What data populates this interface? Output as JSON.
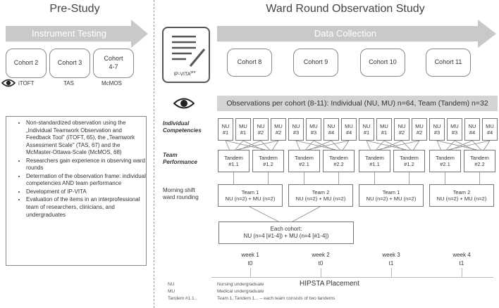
{
  "pre_study": {
    "title": "Pre-Study",
    "arrow_label": "Instrument Testing",
    "cohorts": [
      {
        "label": "Cohort 2",
        "instrument": "iTOFT"
      },
      {
        "label": "Cohort 3",
        "instrument": "TAS"
      },
      {
        "label": "Cohort\n4-7",
        "instrument": "McMOS"
      }
    ],
    "bullets": [
      "Non-standardized observation using the „Individual Teamwork Observation and Feedback Tool\" (iTOFT, 65), the „Teamwork Assessment Scale\" (TAS, 67) and the McMaster-Ottawa-Scale (McMOS, 68)",
      "Researchers gain experience in observing ward rounds",
      "Determation of the observation frame: individual competencies AND team performance",
      "Development of IP-VITA",
      "Evaluation of the items in an interprofessional team of researchers, clinicians, and undergraduates"
    ]
  },
  "main_study": {
    "title": "Ward Round Observation Study",
    "arrow_label": "Data Collection",
    "doc_icon_label": "IP-VITA",
    "doc_icon_superscript": "pre",
    "cohorts": [
      "Cohort 8",
      "Cohort 9",
      "Cohort 10",
      "Cohort 11"
    ],
    "observations_banner": "Observations per cohort (8-11): Individual (NU, MU) n=64, Team (Tandem) n=32",
    "row_labels": {
      "individual": "Individual\nCompetencies",
      "team": "Team\nPerformance",
      "morning": "Morning shift\nward rounding"
    },
    "individuals": [
      [
        "NU\n#1",
        "MU\n#1",
        "NU\n#2",
        "MU\n#2"
      ],
      [
        "NU\n#3",
        "MU\n#3",
        "NU\n#4",
        "MU\n#4"
      ],
      [
        "NU\n#1",
        "MU\n#1",
        "NU\n#2",
        "MU\n#2"
      ],
      [
        "NU\n#3",
        "MU\n#3",
        "NU\n#4",
        "MU\n#4"
      ]
    ],
    "tandems": [
      [
        "Tandem\n#1.1",
        "Tandem\n#1.2"
      ],
      [
        "Tandem\n#2.1",
        "Tandem\n#2.2"
      ],
      [
        "Tandem\n#1.1",
        "Tandem\n#1.2"
      ],
      [
        "Tandem\n#2.1",
        "Tandem\n#2.2"
      ]
    ],
    "teams": [
      "Team 1\nNU (n=2) + MU (n=2)",
      "Team 2\nNU (n=2) + MU (n=2)",
      "Team 1\nNU (n=2) + MU (n=2)",
      "Team 2\nNU (n=2) + MU (n=2)"
    ],
    "each_cohort": "Each cohort:\nNU (n=4 [#1-4]) + MU (n=4 [#1-4])",
    "weeks": [
      {
        "week": "week 1",
        "t": "t0"
      },
      {
        "week": "week 2",
        "t": "t0"
      },
      {
        "week": "week 3",
        "t": "t1"
      },
      {
        "week": "week 4",
        "t": "t1"
      }
    ],
    "placement_label": "HIPSTA Placement"
  },
  "legend": [
    {
      "abbr": "NU",
      "meaning": "Nursing undergraduate"
    },
    {
      "abbr": "MU",
      "meaning": "Medical undergraduate"
    },
    {
      "abbr": "Tandem #1.1..",
      "meaning": "Team 1, Tandem 1... – each team consists of two tandems"
    }
  ],
  "colors": {
    "arrow": "#c9c9c9",
    "banner": "#d4d4d4",
    "line": "#777777"
  }
}
